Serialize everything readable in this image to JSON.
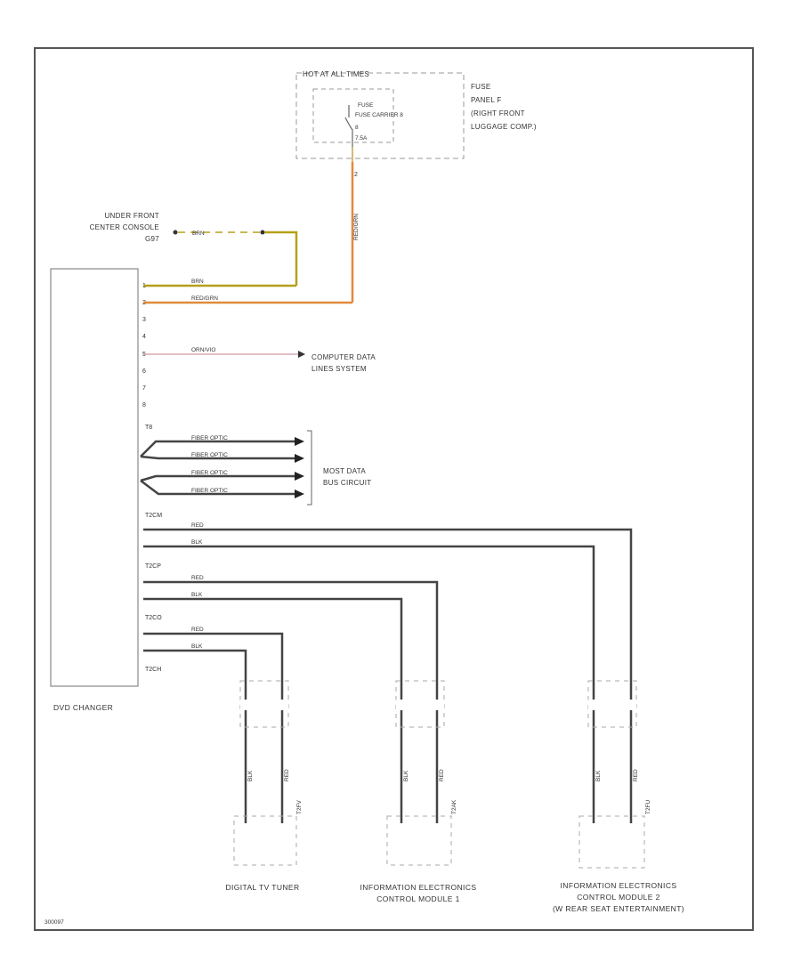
{
  "diagram": {
    "fuse_carrier": {
      "top_label": "HOT AT ALL TIMES",
      "inner_label_1": "FUSE",
      "inner_label_2": "FUSE CARRIER 8",
      "fuse_number": "8",
      "fuse_amp": "7.5A",
      "panel_label_1": "FUSE",
      "panel_label_2": "PANEL F",
      "panel_label_3": "(RIGHT FRONT",
      "panel_label_4": "LUGGAGE COMP.)"
    },
    "ground": {
      "label_1": "UNDER FRONT",
      "label_2": "CENTER CONSOLE",
      "label_3": "G97",
      "wire_color": "BRN"
    },
    "fuse_wire_color": "RED/GRN",
    "dvd_changer": {
      "name": "DVD CHANGER",
      "pins_top": [
        "1",
        "2",
        "3",
        "4",
        "5",
        "6",
        "7",
        "8"
      ],
      "wires": [
        "BRN",
        "RED/GRN",
        "ORN/VIO"
      ],
      "connector_t8": "T8",
      "connector_t2cm": "T2CM",
      "connector_t2cp": "T2CP",
      "connector_t2co": "T2CO",
      "connector_t2ch": "T2CH"
    },
    "data_bus": {
      "label_1": "COMPUTER DATA",
      "label_2": "LINES SYSTEM"
    },
    "most_bus": {
      "fiber_labels": [
        "FIBER OPTIC",
        "FIBER OPTIC",
        "FIBER OPTIC",
        "FIBER OPTIC"
      ],
      "label_1": "MOST DATA",
      "label_2": "BUS CIRCUIT"
    },
    "coax_labels": [
      "RED",
      "BLK",
      "RED",
      "BLK",
      "RED",
      "BLK"
    ],
    "vertical_labels": [
      "BLK",
      "RED",
      "BLK",
      "RED",
      "BLK",
      "RED"
    ],
    "connector_tags": [
      "T2FV",
      "T2AK",
      "T2FU"
    ],
    "digital_tv_tuner": {
      "name": "DIGITAL TV TUNER"
    },
    "control_module_1": {
      "name_1": "INFORMATION ELECTRONICS",
      "name_2": "CONTROL MODULE 1"
    },
    "control_module_2": {
      "name_1": "INFORMATION ELECTRONICS",
      "name_2": "CONTROL MODULE 2",
      "name_3": "(W REAR SEAT ENTERTAINMENT)"
    },
    "footer_code": "300097"
  },
  "colors": {
    "border": "#555555",
    "brown_wire": "#b5a01a",
    "red_green_wire": "#e08a3c",
    "violet_wire": "#d8a8b0",
    "black_wire": "#444444"
  }
}
